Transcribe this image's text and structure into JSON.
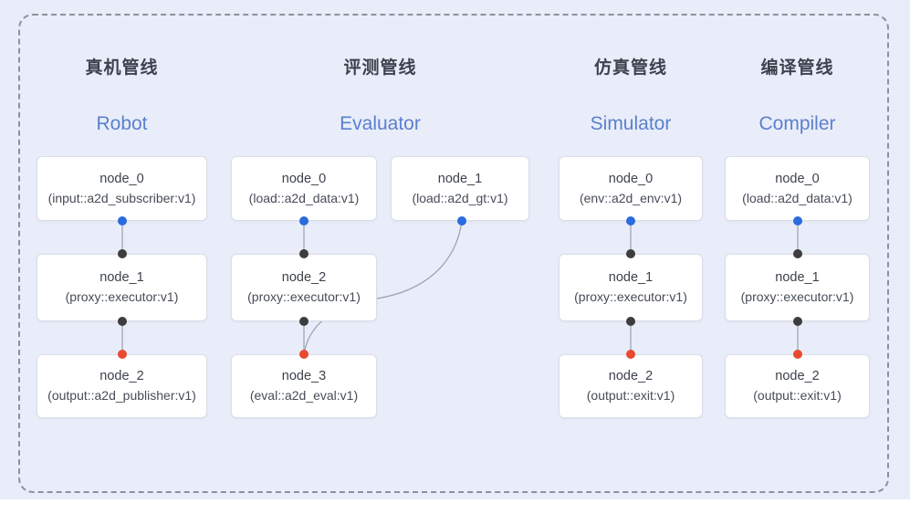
{
  "pipelines": [
    {
      "title_zh": "真机管线",
      "title_en": "Robot",
      "nodes": [
        {
          "name": "node_0",
          "type": "(input::a2d_subscriber:v1)"
        },
        {
          "name": "node_1",
          "type": "(proxy::executor:v1)"
        },
        {
          "name": "node_2",
          "type": "(output::a2d_publisher:v1)"
        }
      ]
    },
    {
      "title_zh": "评测管线",
      "title_en": "Evaluator",
      "nodes": [
        {
          "name": "node_0",
          "type": "(load::a2d_data:v1)"
        },
        {
          "name": "node_1",
          "type": "(load::a2d_gt:v1)"
        },
        {
          "name": "node_2",
          "type": "(proxy::executor:v1)"
        },
        {
          "name": "node_3",
          "type": "(eval::a2d_eval:v1)"
        }
      ]
    },
    {
      "title_zh": "仿真管线",
      "title_en": "Simulator",
      "nodes": [
        {
          "name": "node_0",
          "type": "(env::a2d_env:v1)"
        },
        {
          "name": "node_1",
          "type": "(proxy::executor:v1)"
        },
        {
          "name": "node_2",
          "type": "(output::exit:v1)"
        }
      ]
    },
    {
      "title_zh": "编译管线",
      "title_en": "Compiler",
      "nodes": [
        {
          "name": "node_0",
          "type": "(load::a2d_data:v1)"
        },
        {
          "name": "node_1",
          "type": "(proxy::executor:v1)"
        },
        {
          "name": "node_2",
          "type": "(output::exit:v1)"
        }
      ]
    }
  ],
  "colors": {
    "background": "#e9edf9",
    "frame_dash": "#8d919b",
    "box_border": "#d9dde6",
    "connector": "#9ba1ac",
    "output_port_dot": "#2a6bdd",
    "input_port_dot": "#3d3d3d",
    "terminal_port_dot": "#e8492f",
    "title_zh_color": "#3d434e",
    "title_en_color": "#5b80ce"
  }
}
